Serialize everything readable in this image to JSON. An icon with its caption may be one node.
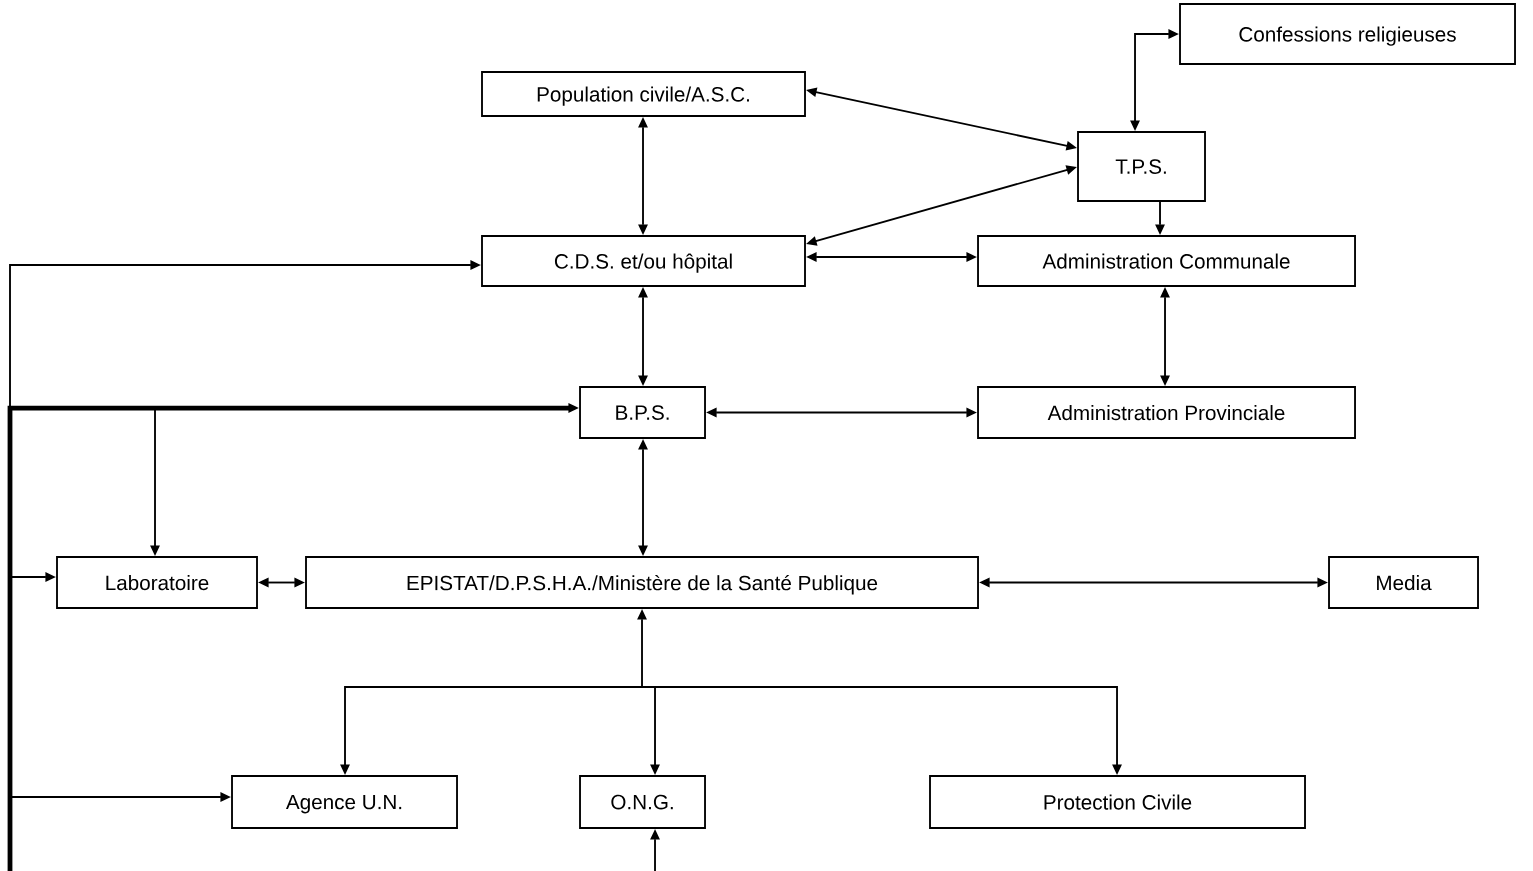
{
  "diagram": {
    "nodes": [
      {
        "text": [
          "Confessions religieuses"
        ]
      },
      {
        "text": [
          "Population civile/A.S.C."
        ]
      },
      {
        "text": [
          "T.P.S."
        ]
      },
      {
        "text": [
          "C.D.S. et/ou hôpital"
        ]
      },
      {
        "text": [
          "Administration Communale"
        ]
      },
      {
        "text": [
          "B.P.S."
        ]
      },
      {
        "text": [
          "Administration Provinciale"
        ]
      },
      {
        "text": [
          "Laboratoire"
        ]
      },
      {
        "text": [
          "EPISTAT/D.P.S.H.A./Ministère de la Santé Publique"
        ]
      },
      {
        "text": [
          "Media"
        ]
      },
      {
        "text": [
          "Agence U.N."
        ]
      },
      {
        "text": [
          "O.N.G."
        ]
      },
      {
        "text": [
          "Protection Civile"
        ]
      }
    ],
    "edges": [
      {
        "from": 2,
        "to": 0,
        "arrow": "both"
      },
      {
        "from": 1,
        "to": 2,
        "arrow": "both"
      },
      {
        "from": 1,
        "to": 3,
        "arrow": "both"
      },
      {
        "from": 3,
        "to": 2,
        "arrow": "both"
      },
      {
        "from": 2,
        "to": 4,
        "arrow": "to"
      },
      {
        "from": 3,
        "to": 4,
        "arrow": "both"
      },
      {
        "from": 3,
        "to": 5,
        "arrow": "both"
      },
      {
        "from": 4,
        "to": 6,
        "arrow": "both"
      },
      {
        "from": 5,
        "to": 6,
        "arrow": "both"
      },
      {
        "from": 5,
        "to": 8,
        "arrow": "both"
      },
      {
        "from": 7,
        "to": 8,
        "arrow": "both"
      },
      {
        "from": 8,
        "to": 9,
        "arrow": "both"
      },
      {
        "from": 8,
        "to": 10,
        "arrow": "both"
      },
      {
        "from": 8,
        "to": 11,
        "arrow": "both"
      },
      {
        "from": 8,
        "to": 12,
        "arrow": "both"
      },
      {
        "from": null,
        "to": 3,
        "arrow": "to"
      },
      {
        "from": null,
        "to": 5,
        "arrow": "to",
        "style": "thick"
      },
      {
        "from": null,
        "to": 7,
        "arrow": "to"
      },
      {
        "from": null,
        "to": 7,
        "arrow": "to"
      },
      {
        "from": null,
        "to": 10,
        "arrow": "to"
      },
      {
        "from": null,
        "to": 11,
        "arrow": "to"
      }
    ]
  }
}
